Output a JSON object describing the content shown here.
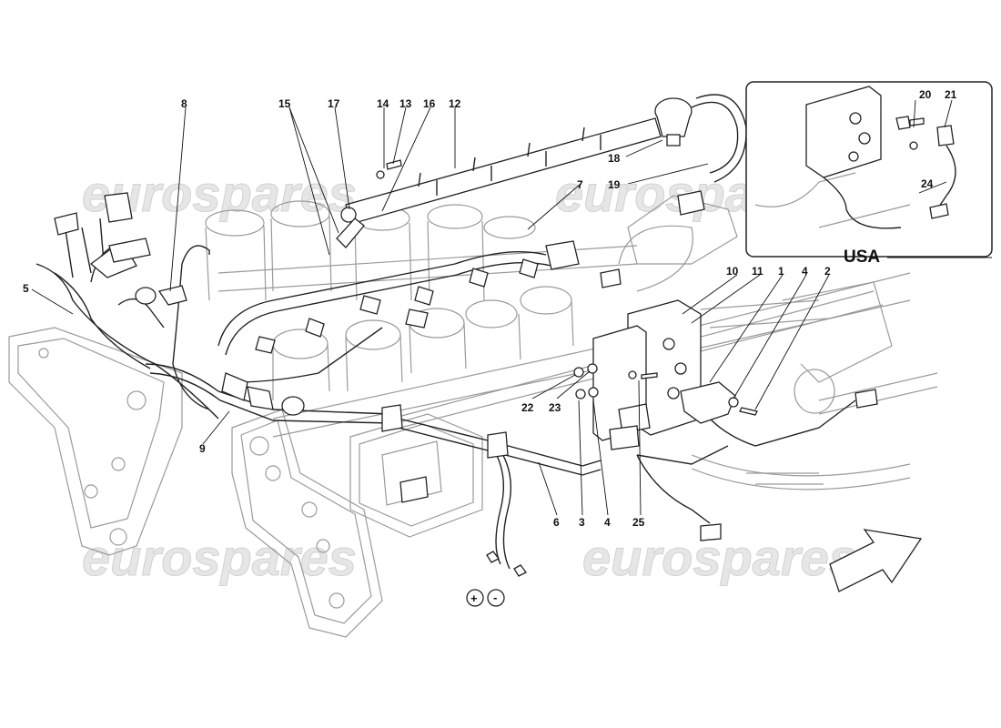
{
  "watermark": {
    "text": "eurospares"
  },
  "inset": {
    "label": "USA"
  },
  "callouts": [
    {
      "id": "c1",
      "text": "1"
    },
    {
      "id": "c2",
      "text": "2"
    },
    {
      "id": "c3",
      "text": "3"
    },
    {
      "id": "c4a",
      "text": "4"
    },
    {
      "id": "c4b",
      "text": "4"
    },
    {
      "id": "c5",
      "text": "5"
    },
    {
      "id": "c6",
      "text": "6"
    },
    {
      "id": "c7",
      "text": "7"
    },
    {
      "id": "c8",
      "text": "8"
    },
    {
      "id": "c9",
      "text": "9"
    },
    {
      "id": "c10",
      "text": "10"
    },
    {
      "id": "c11",
      "text": "11"
    },
    {
      "id": "c12",
      "text": "12"
    },
    {
      "id": "c13",
      "text": "13"
    },
    {
      "id": "c14",
      "text": "14"
    },
    {
      "id": "c15",
      "text": "15"
    },
    {
      "id": "c16",
      "text": "16"
    },
    {
      "id": "c17",
      "text": "17"
    },
    {
      "id": "c18",
      "text": "18"
    },
    {
      "id": "c19",
      "text": "19"
    },
    {
      "id": "c20",
      "text": "20"
    },
    {
      "id": "c21",
      "text": "21"
    },
    {
      "id": "c22",
      "text": "22"
    },
    {
      "id": "c23",
      "text": "23"
    },
    {
      "id": "c24",
      "text": "24"
    },
    {
      "id": "c25",
      "text": "25"
    }
  ],
  "terminals": {
    "positive": "+",
    "negative": "-"
  }
}
